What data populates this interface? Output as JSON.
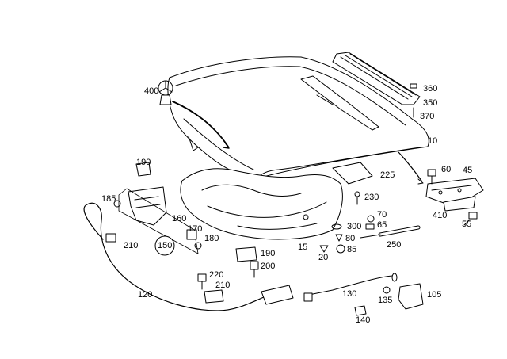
{
  "diagram": {
    "parts": [
      {
        "id": "p400",
        "label": "400"
      },
      {
        "id": "p360",
        "label": "360"
      },
      {
        "id": "p350",
        "label": "350"
      },
      {
        "id": "p370",
        "label": "370"
      },
      {
        "id": "p10",
        "label": "10"
      },
      {
        "id": "p190a",
        "label": "190"
      },
      {
        "id": "p225",
        "label": "225"
      },
      {
        "id": "p60",
        "label": "60"
      },
      {
        "id": "p45",
        "label": "45"
      },
      {
        "id": "p185",
        "label": "185"
      },
      {
        "id": "p230",
        "label": "230"
      },
      {
        "id": "p160",
        "label": "160"
      },
      {
        "id": "p410",
        "label": "410"
      },
      {
        "id": "p70",
        "label": "70"
      },
      {
        "id": "p65",
        "label": "65"
      },
      {
        "id": "p300",
        "label": "300"
      },
      {
        "id": "p55",
        "label": "55"
      },
      {
        "id": "p170",
        "label": "170"
      },
      {
        "id": "p180",
        "label": "180"
      },
      {
        "id": "p80",
        "label": "80"
      },
      {
        "id": "p210a",
        "label": "210"
      },
      {
        "id": "p150",
        "label": "150"
      },
      {
        "id": "p15",
        "label": "15"
      },
      {
        "id": "p250",
        "label": "250"
      },
      {
        "id": "p85",
        "label": "85"
      },
      {
        "id": "p190b",
        "label": "190"
      },
      {
        "id": "p20",
        "label": "20"
      },
      {
        "id": "p200",
        "label": "200"
      },
      {
        "id": "p220",
        "label": "220"
      },
      {
        "id": "p210b",
        "label": "210"
      },
      {
        "id": "p120",
        "label": "120"
      },
      {
        "id": "p130",
        "label": "130"
      },
      {
        "id": "p105",
        "label": "105"
      },
      {
        "id": "p135",
        "label": "135"
      },
      {
        "id": "p140",
        "label": "140"
      }
    ]
  }
}
